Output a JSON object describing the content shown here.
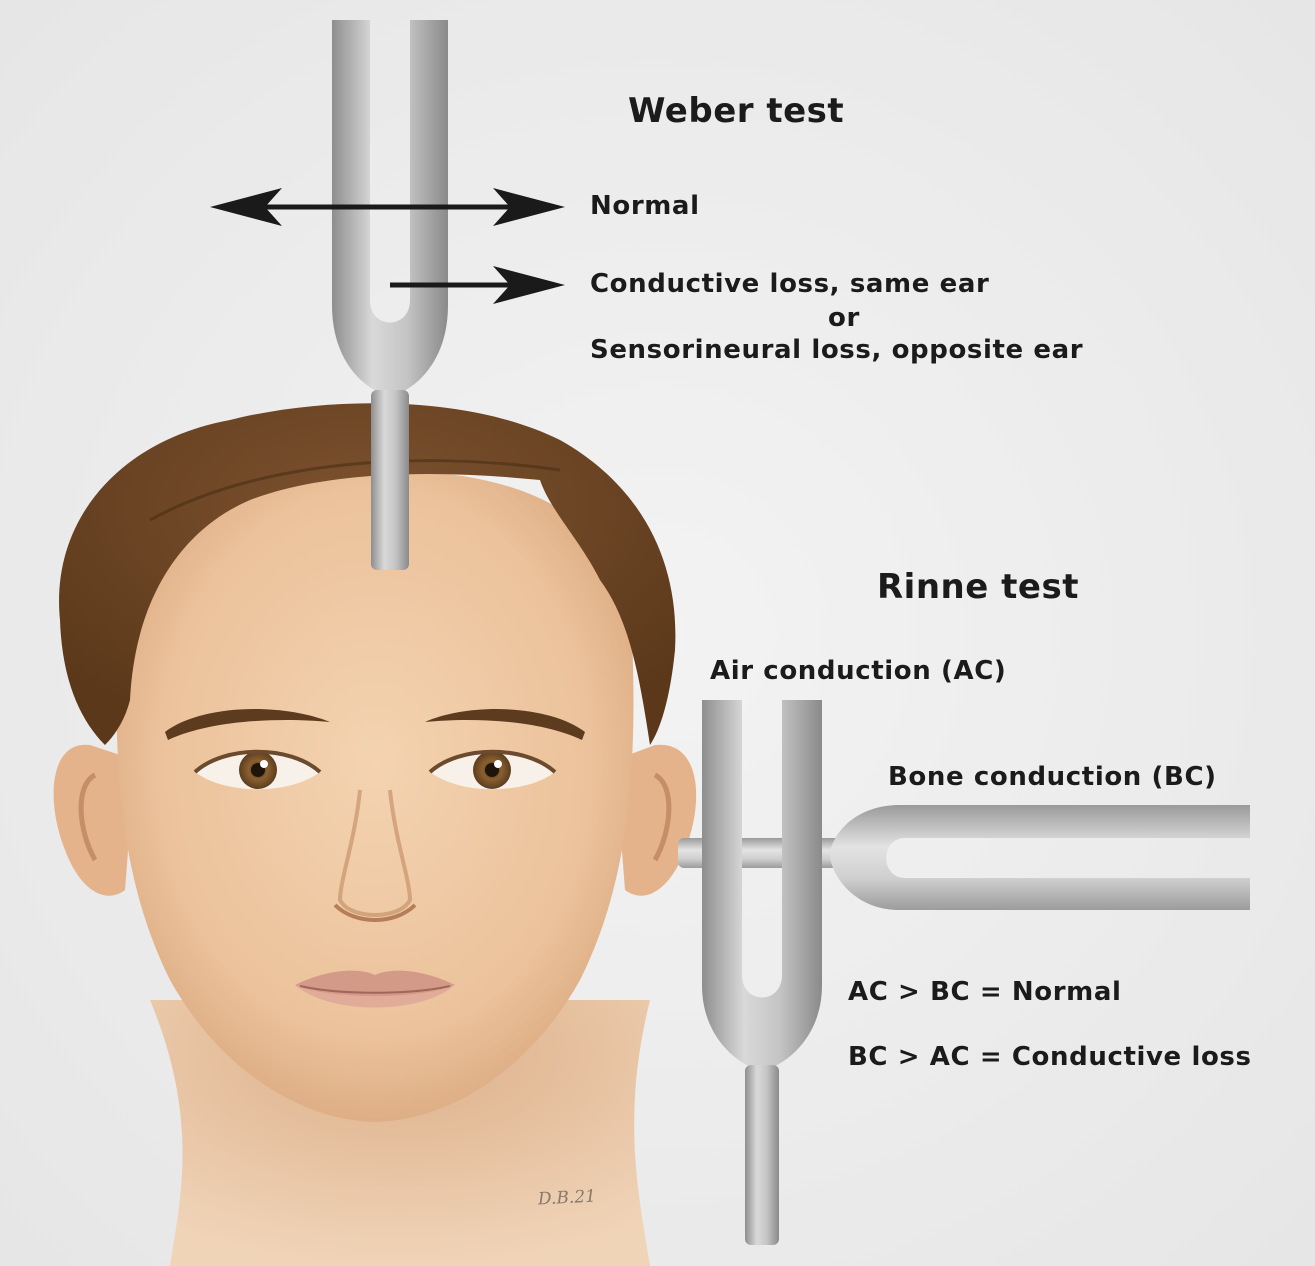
{
  "weber": {
    "title": "Weber test",
    "normal": "Normal",
    "conductive_same": "Conductive loss, same ear",
    "or": "or",
    "sensorineural_opposite": "Sensorineural loss, opposite ear"
  },
  "rinne": {
    "title": "Rinne test",
    "air": "Air conduction (AC)",
    "bone": "Bone conduction (BC)",
    "result_normal": "AC > BC = Normal",
    "result_conductive": "BC > AC = Conductive loss"
  },
  "artist_signature": "D.B.21",
  "colors": {
    "background": "#efefef",
    "skin": "#edc6a0",
    "hair": "#6f4727",
    "fork_metal": "#b8b8b8",
    "text": "#1b1b1b"
  }
}
